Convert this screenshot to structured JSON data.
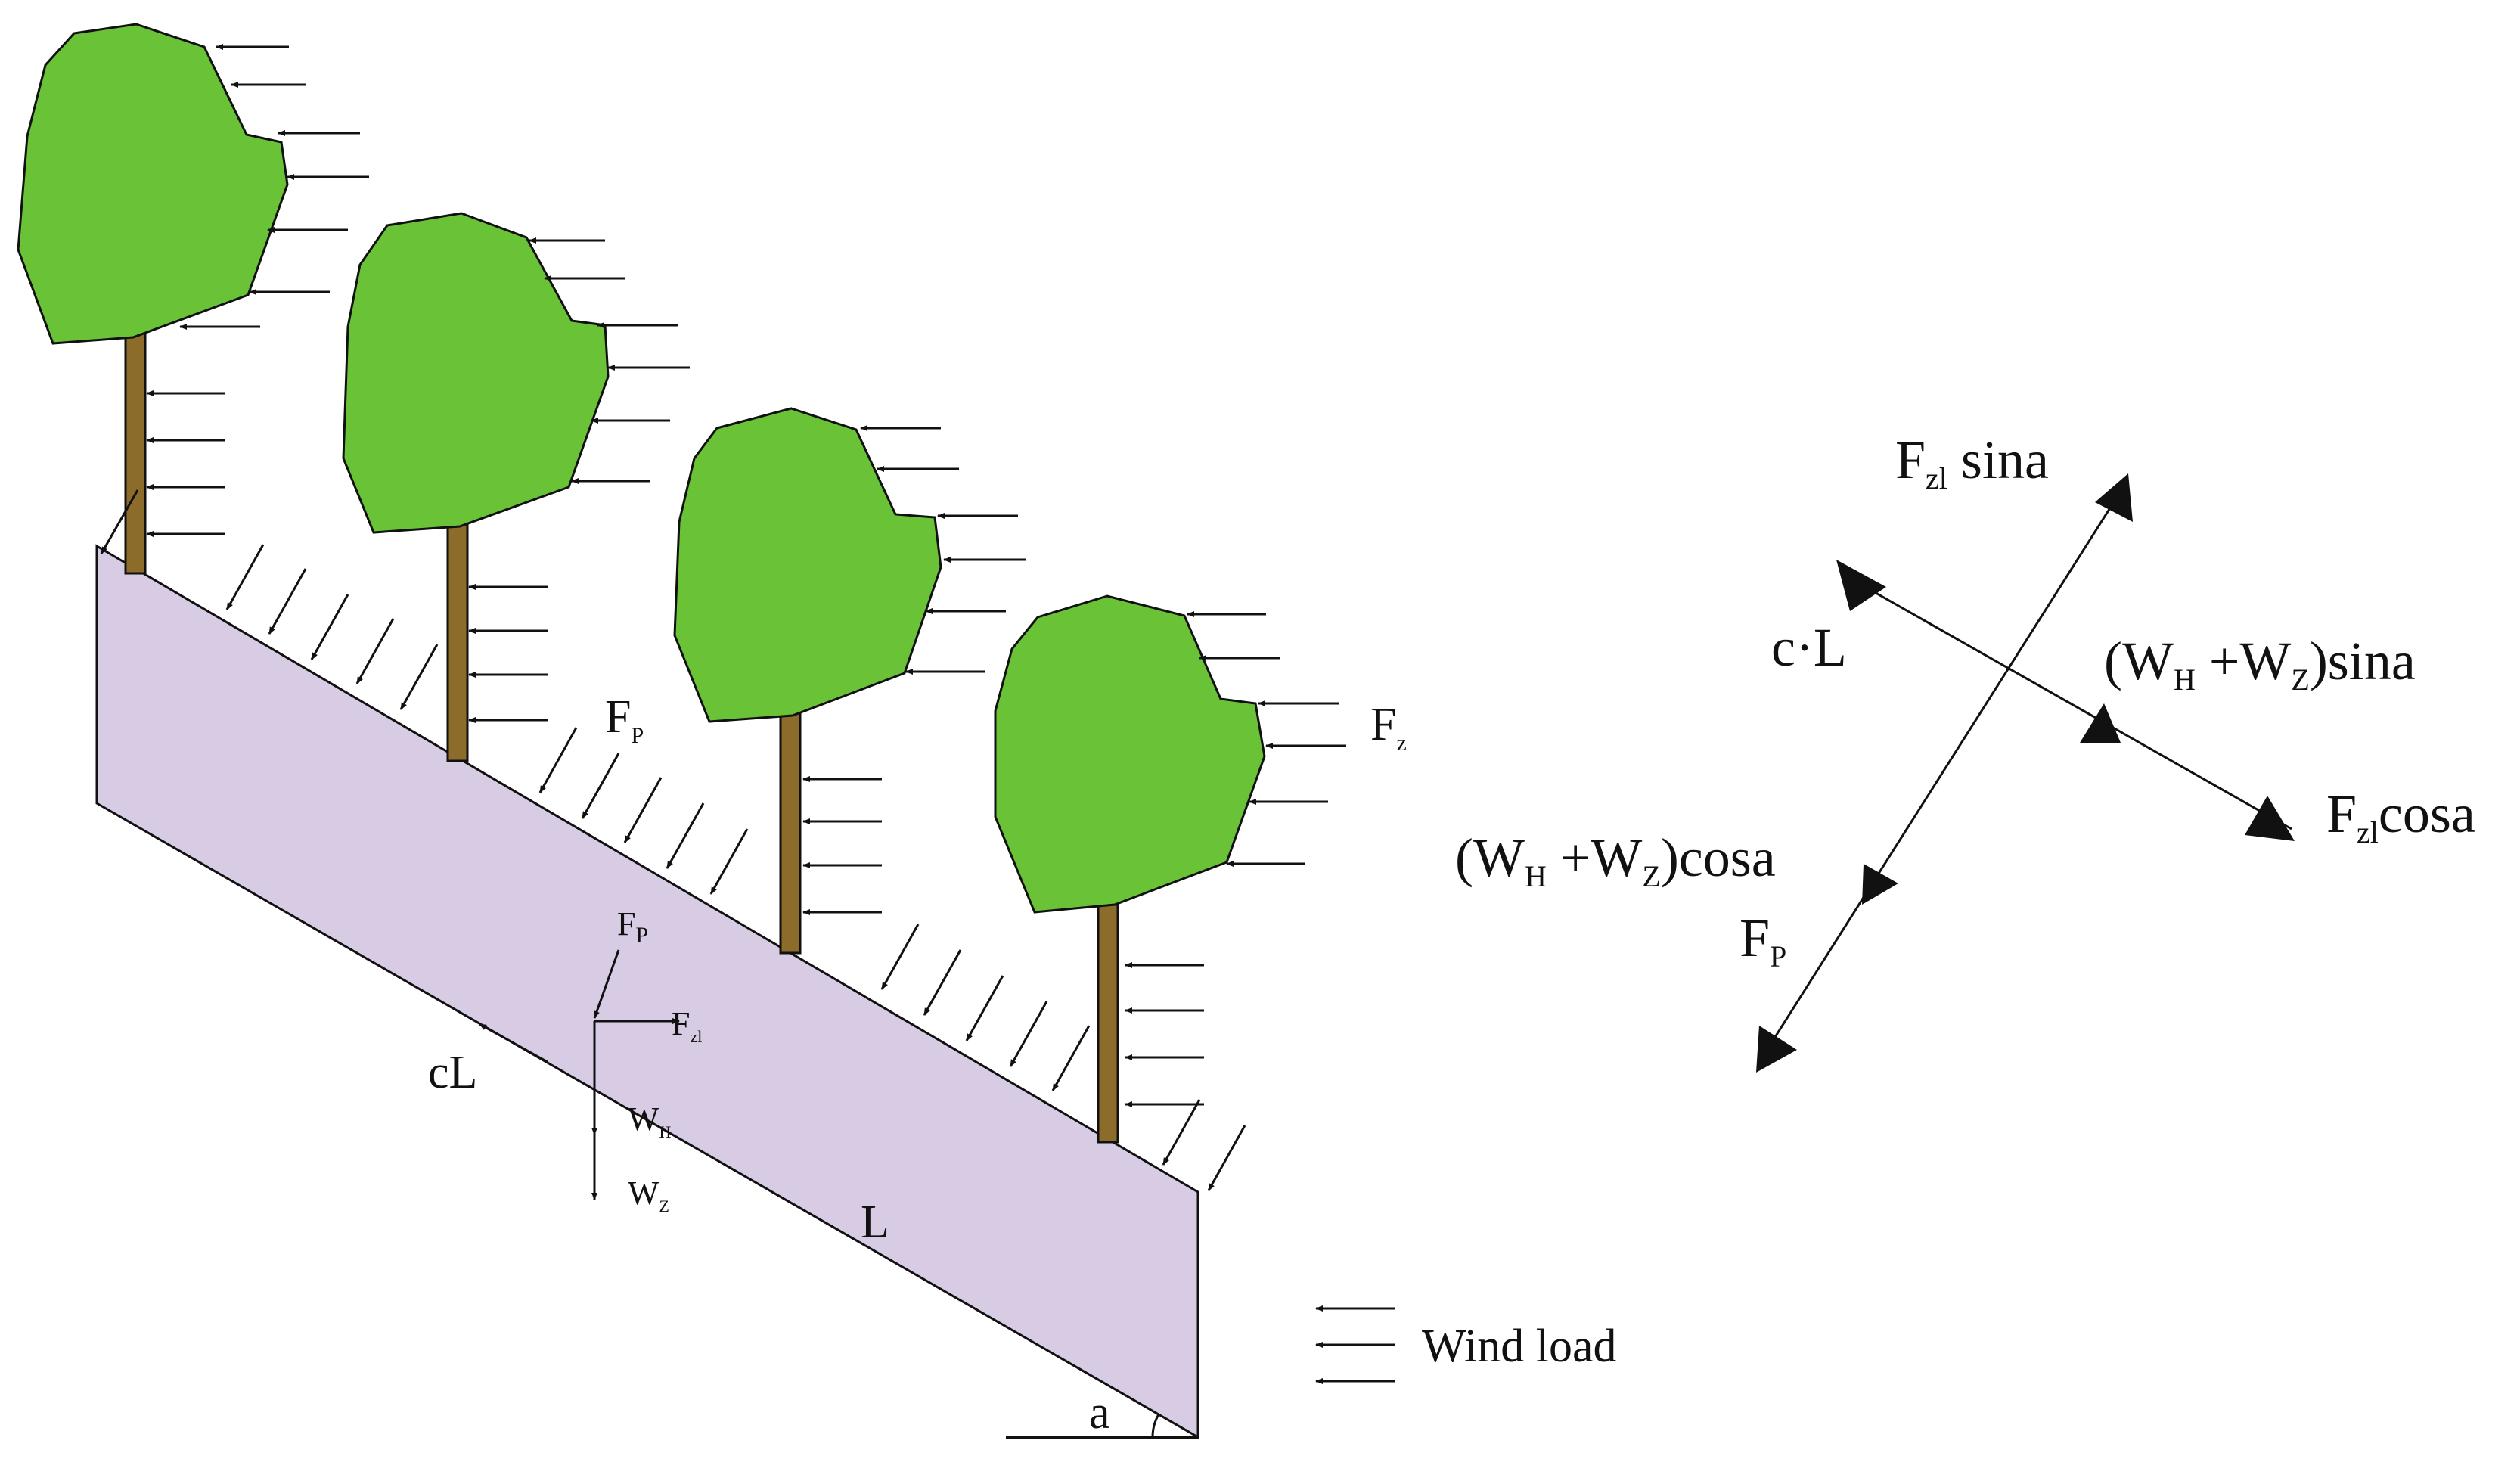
{
  "colors": {
    "slope_fill": "#d8cce4",
    "canopy_fill": "#6ac236",
    "trunk_fill": "#8c6c2a",
    "line": "#111111"
  },
  "slope_labels": {
    "Fp_main": {
      "base": "F",
      "sub": "P"
    },
    "Fz_main": {
      "base": "F",
      "sub": "z"
    },
    "Fp_small": {
      "base": "F",
      "sub": "P"
    },
    "Fzl_small": {
      "base": "F",
      "sub": "zl"
    },
    "cL": "cL",
    "WH": {
      "base": "W",
      "sub": "H"
    },
    "WZ": {
      "base": "W",
      "sub": "Z"
    },
    "L": "L",
    "angle": "a"
  },
  "legend": {
    "text": "Wind load"
  },
  "force_diagram": {
    "fzl_sin": {
      "base": "F",
      "sub": "zl",
      "tail": " sina"
    },
    "cdotL": "c·L",
    "w_sin": {
      "open": "(W",
      "sub1": "H",
      "mid": " +W",
      "sub2": "Z",
      "close": ")sina"
    },
    "fzl_cos": {
      "base": "F",
      "sub": "zl",
      "tail": "cosa"
    },
    "w_cos": {
      "open": "(W",
      "sub1": "H",
      "mid": " +W",
      "sub2": "Z",
      "close": ")cosa"
    },
    "fp": {
      "base": "F",
      "sub": "P"
    }
  }
}
